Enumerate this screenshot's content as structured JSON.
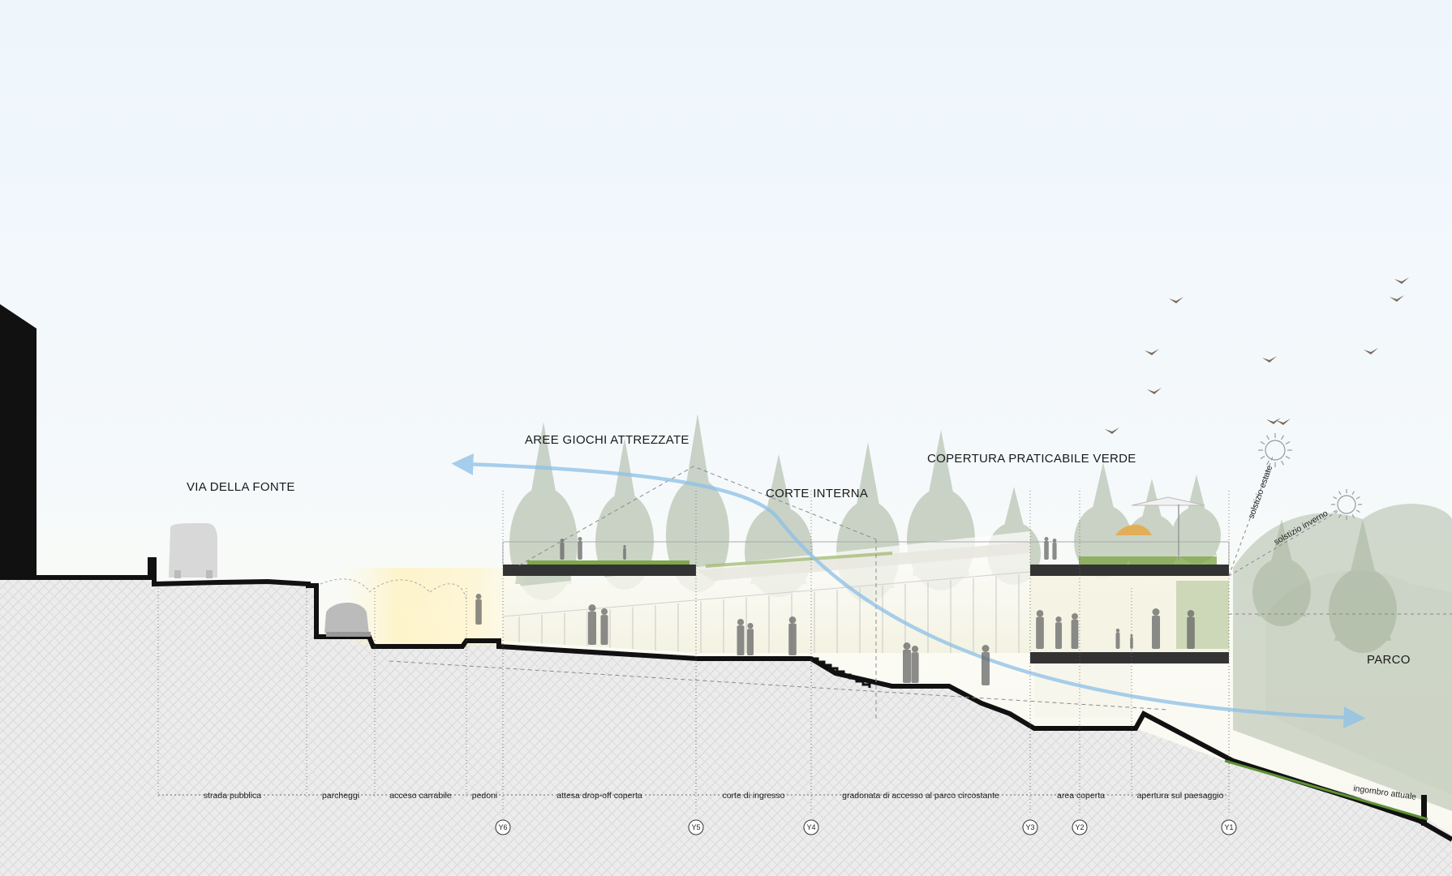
{
  "labels": {
    "via_della_fonte": "VIA DELLA FONTE",
    "aree_giochi": "AREE GIOCHI ATTREZZATE",
    "corte_interna": "CORTE INTERNA",
    "copertura": "COPERTURA PRATICABILE VERDE",
    "parco": "PARCO",
    "solstizio_estate": "solstizio estate",
    "solstizio_inverno": "solstizio inverno",
    "ingombro_attuale": "ingombro attuale"
  },
  "zones": [
    {
      "label": "strada pubblica"
    },
    {
      "label": "parcheggi"
    },
    {
      "label": "acceso carrabile"
    },
    {
      "label": "pedoni"
    },
    {
      "label": "attesa drop-off coperta"
    },
    {
      "label": "corte di ingresso"
    },
    {
      "label": "gradonata di accesso al parco circostante"
    },
    {
      "label": "area coperta"
    },
    {
      "label": "apertura sul paesaggio"
    }
  ],
  "axes": [
    {
      "label": "Y6"
    },
    {
      "label": "Y5"
    },
    {
      "label": "Y4"
    },
    {
      "label": "Y3"
    },
    {
      "label": "Y2"
    },
    {
      "label": "Y1"
    }
  ],
  "colors": {
    "sky_top": "#eef5fb",
    "ground_fill": "#e9e9e9",
    "section_line": "#111111",
    "airflow": "#8cc0e8",
    "green_roof": "#7fa84a",
    "tree": "#9aab8e"
  }
}
